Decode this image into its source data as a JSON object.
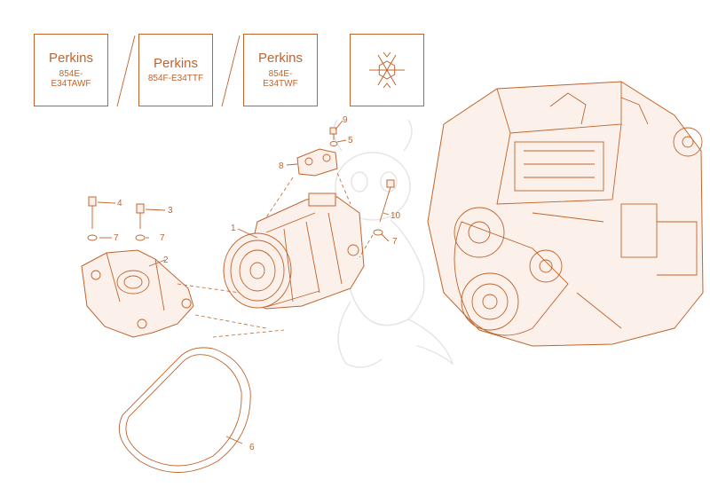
{
  "models": [
    {
      "brand": "Perkins",
      "model": "854E-\nE34TAWF"
    },
    {
      "brand": "Perkins",
      "model": "854F-E34TTF"
    },
    {
      "brand": "Perkins",
      "model": "854E-\nE34TWF"
    }
  ],
  "icons": {
    "climate": "snowflake-icon"
  },
  "callouts": {
    "p1": "1",
    "p2": "2",
    "p3": "3",
    "p4": "4",
    "p5": "5",
    "p6": "6",
    "p7a": "7",
    "p7b": "7",
    "p7c": "7",
    "p8": "8",
    "p9": "9",
    "p10": "10"
  },
  "colors": {
    "line": "#c0642c",
    "fill": "#fbf1ea",
    "watermark": "#e8e3df"
  }
}
